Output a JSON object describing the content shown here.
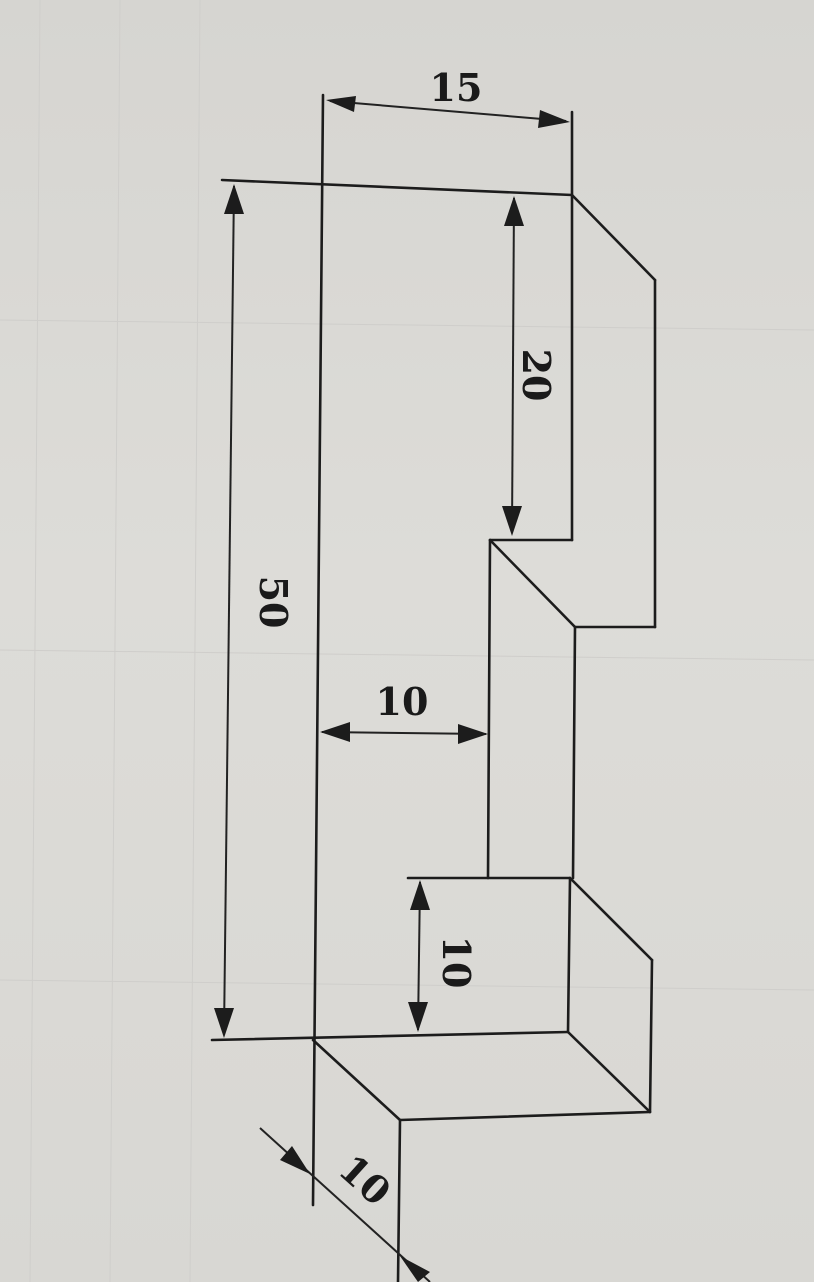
{
  "drawing": {
    "dimensions": {
      "width_top": "15",
      "total_height": "50",
      "upper_notch": "20",
      "notch_depth": "10",
      "lower_step": "10",
      "thickness": "10"
    }
  }
}
